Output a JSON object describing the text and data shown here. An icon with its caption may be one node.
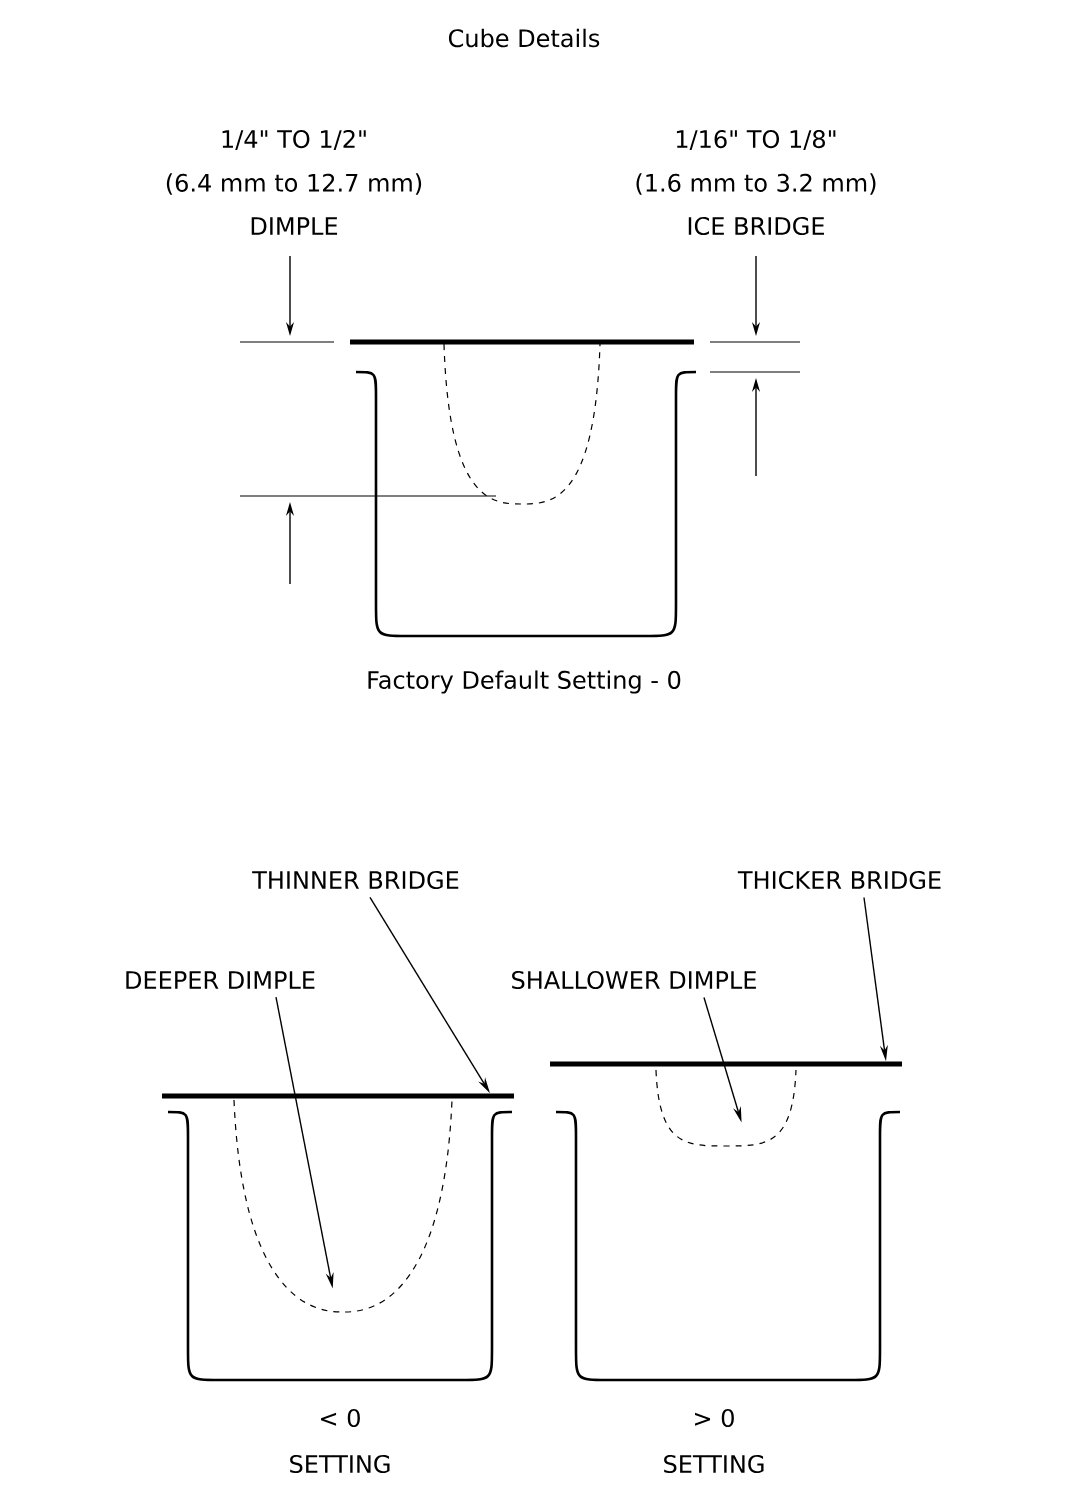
{
  "diagram": {
    "title": "Cube Details",
    "nodes": [
      {
        "text": [
          "THINNER BRIDGE"
        ]
      },
      {
        "text": [
          "THICKER BRIDGE"
        ]
      },
      {
        "text": [
          "DEEPER DIMPLE"
        ]
      },
      {
        "text": [
          "SHALLOWER DIMPLE"
        ]
      },
      {
        "text": [],
        "shape": "bar"
      },
      {
        "text": [],
        "shape": "curve"
      },
      {
        "text": [],
        "shape": "bar"
      },
      {
        "text": [],
        "shape": "curve"
      }
    ],
    "edges": [
      {
        "from": 0,
        "to": 4,
        "arrow": "to"
      },
      {
        "from": 1,
        "to": 6,
        "arrow": "to"
      },
      {
        "from": 2,
        "to": 5,
        "arrow": "to"
      },
      {
        "from": 3,
        "to": 7,
        "arrow": "to"
      }
    ],
    "labels": [
      "1/4\" TO 1/2\"",
      "(6.4 mm to 12.7 mm)",
      "DIMPLE",
      "1/16\" TO 1/8\"",
      "(1.6 mm to 3.2 mm)",
      "ICE BRIDGE",
      "Factory Default Setting - 0",
      "< 0",
      "SETTING",
      "> 0",
      "SETTING"
    ]
  }
}
